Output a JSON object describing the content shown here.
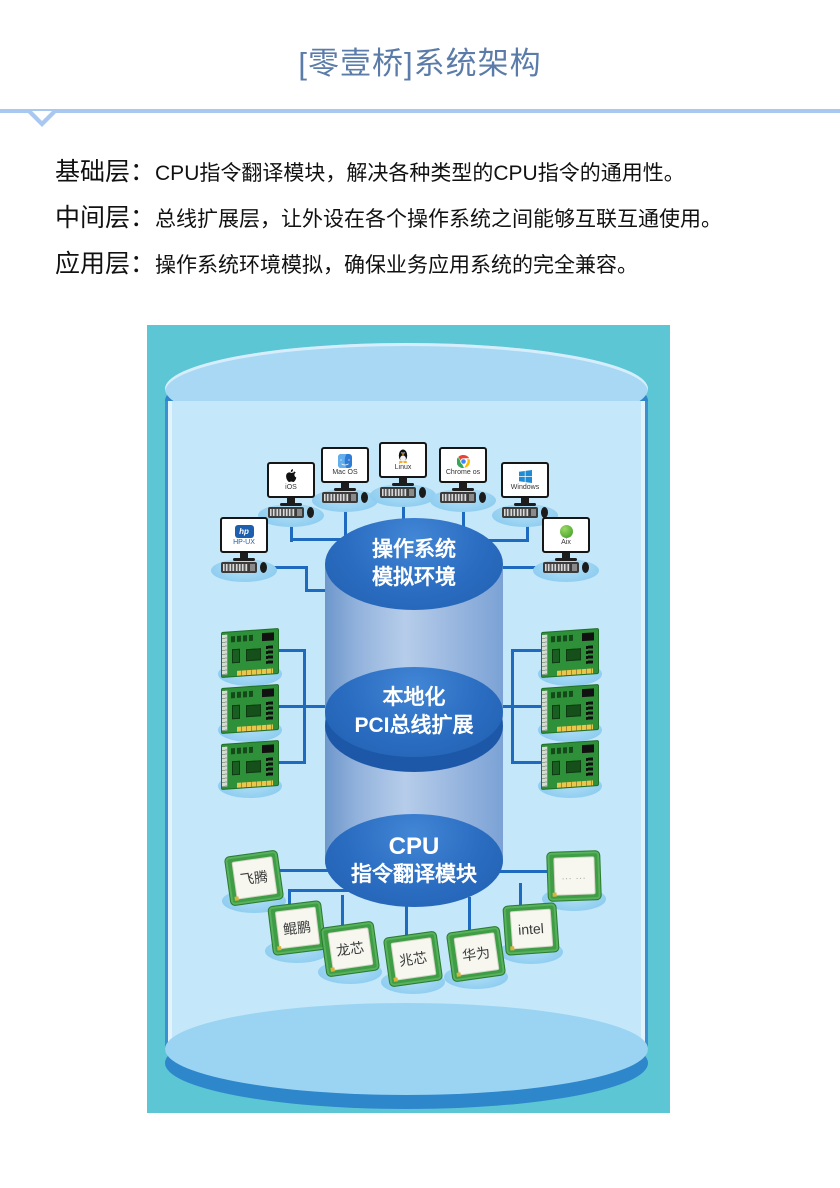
{
  "header": {
    "title": "[零壹桥]系统架构"
  },
  "description": {
    "lines": [
      {
        "label": "基础层：",
        "text": "CPU指令翻译模块，解决各种类型的CPU指令的通用性。"
      },
      {
        "label": "中间层：",
        "text": "总线扩展层，让外设在各个操作系统之间能够互联互通使用。"
      },
      {
        "label": "应用层：",
        "text": "操作系统环境模拟，确保业务应用系统的完全兼容。"
      }
    ]
  },
  "diagram": {
    "os_layer": {
      "title_line1": "操作系统",
      "title_line2": "模拟环境",
      "computers": [
        {
          "label": "iOS",
          "icon": "apple-icon"
        },
        {
          "label": "Mac OS",
          "icon": "finder-icon"
        },
        {
          "label": "Linux",
          "icon": "tux-icon"
        },
        {
          "label": "Chrome os",
          "icon": "chrome-icon"
        },
        {
          "label": "Windows",
          "icon": "windows-icon"
        },
        {
          "label": "HP-UX",
          "icon": "hp-icon"
        },
        {
          "label": "Aix",
          "icon": "aix-icon"
        }
      ]
    },
    "pci_layer": {
      "title_line1": "本地化",
      "title_line2": "PCI总线扩展",
      "left_card_count": 3,
      "right_card_count": 3
    },
    "cpu_layer": {
      "title_line1": "CPU",
      "title_line2": "指令翻译模块",
      "chips": [
        {
          "label": "飞腾"
        },
        {
          "label": "鲲鹏"
        },
        {
          "label": "龙芯"
        },
        {
          "label": "兆芯"
        },
        {
          "label": "华为"
        },
        {
          "label": "intel"
        },
        {
          "label": "... ..."
        }
      ]
    },
    "colors": {
      "background_teal": "#5cc6d4",
      "outer_cylinder_body": "#c4e7f9",
      "cylinder_rim": "#2e86cb",
      "inner_cylinder_cap": "#2a6cc0",
      "connector_line": "#1e6abe",
      "pcb_green": "#2e9038",
      "title_blue": "#5b7ba9"
    }
  }
}
